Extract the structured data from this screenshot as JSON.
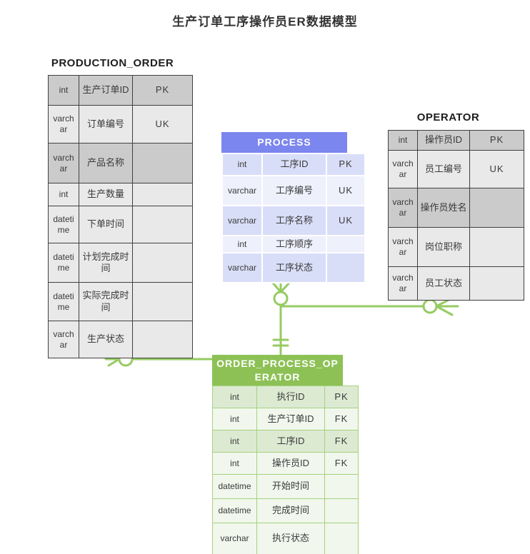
{
  "title": "生产订单工序操作员ER数据模型",
  "diagram": {
    "tables": [
      {
        "id": "production_order",
        "name": "PRODUCTION_ORDER",
        "name_position": "above",
        "theme": "gray",
        "rows": [
          {
            "type": "int",
            "name": "生产订单ID",
            "key": "PK",
            "shaded": true
          },
          {
            "type": "varchar",
            "name": "订单编号",
            "key": "UK",
            "shaded": false
          },
          {
            "type": "varchar",
            "name": "产品名称",
            "key": "",
            "shaded": true
          },
          {
            "type": "int",
            "name": "生产数量",
            "key": "",
            "shaded": false
          },
          {
            "type": "datetime",
            "name": "下单时间",
            "key": "",
            "shaded": false
          },
          {
            "type": "datetime",
            "name": "计划完成时间",
            "key": "",
            "shaded": false
          },
          {
            "type": "datetime",
            "name": "实际完成时间",
            "key": "",
            "shaded": false
          },
          {
            "type": "varchar",
            "name": "生产状态",
            "key": "",
            "shaded": false
          }
        ]
      },
      {
        "id": "process",
        "name": "PROCESS",
        "name_position": "header",
        "theme": "blue",
        "rows": [
          {
            "type": "int",
            "name": "工序ID",
            "key": "PK",
            "shaded": true
          },
          {
            "type": "varchar",
            "name": "工序编号",
            "key": "UK",
            "shaded": false
          },
          {
            "type": "varchar",
            "name": "工序名称",
            "key": "UK",
            "shaded": true
          },
          {
            "type": "int",
            "name": "工序顺序",
            "key": "",
            "shaded": false
          },
          {
            "type": "varchar",
            "name": "工序状态",
            "key": "",
            "shaded": true
          }
        ]
      },
      {
        "id": "operator",
        "name": "OPERATOR",
        "name_position": "above",
        "theme": "gray",
        "rows": [
          {
            "type": "int",
            "name": "操作员ID",
            "key": "PK",
            "shaded": true
          },
          {
            "type": "varchar",
            "name": "员工编号",
            "key": "UK",
            "shaded": false
          },
          {
            "type": "varchar",
            "name": "操作员姓名",
            "key": "",
            "shaded": true
          },
          {
            "type": "varchar",
            "name": "岗位职称",
            "key": "",
            "shaded": false
          },
          {
            "type": "varchar",
            "name": "员工状态",
            "key": "",
            "shaded": false
          }
        ]
      },
      {
        "id": "order_process_operator",
        "name": "ORDER_PROCESS_OPERATOR",
        "name_position": "header",
        "theme": "green",
        "rows": [
          {
            "type": "int",
            "name": "执行ID",
            "key": "PK",
            "shaded": true
          },
          {
            "type": "int",
            "name": "生产订单ID",
            "key": "FK",
            "shaded": false
          },
          {
            "type": "int",
            "name": "工序ID",
            "key": "FK",
            "shaded": true
          },
          {
            "type": "int",
            "name": "操作员ID",
            "key": "FK",
            "shaded": false
          },
          {
            "type": "datetime",
            "name": "开始时间",
            "key": "",
            "shaded": false
          },
          {
            "type": "datetime",
            "name": "完成时间",
            "key": "",
            "shaded": false
          },
          {
            "type": "varchar",
            "name": "执行状态",
            "key": "",
            "shaded": false
          }
        ]
      }
    ],
    "relationships": [
      {
        "from": "PROCESS",
        "to": "ORDER_PROCESS_OPERATOR",
        "from_marker": "zero-or-many",
        "to_marker": "one"
      },
      {
        "from": "OPERATOR",
        "to": "ORDER_PROCESS_OPERATOR",
        "from_marker": "zero-or-many",
        "to_marker": "one"
      },
      {
        "from": "PRODUCTION_ORDER",
        "to": "ORDER_PROCESS_OPERATOR",
        "from_marker": "zero-or-many",
        "to_marker": "one"
      }
    ],
    "colors": {
      "background": "#ffffff",
      "title_text": "#333333",
      "text": "#3a3a3a",
      "gray_row_shaded": "#cbcbcb",
      "gray_row_plain": "#e9e9e9",
      "gray_border": "#404040",
      "blue_header": "#7b86ee",
      "blue_row_shaded": "#d9def8",
      "blue_row_plain": "#eef0fc",
      "green_header": "#8dc156",
      "green_row_shaded": "#dcead2",
      "green_row_plain": "#f1f7ed",
      "green_border": "#a6d17f",
      "relationship_line": "#96cb62",
      "header_text": "#ffffff"
    }
  }
}
